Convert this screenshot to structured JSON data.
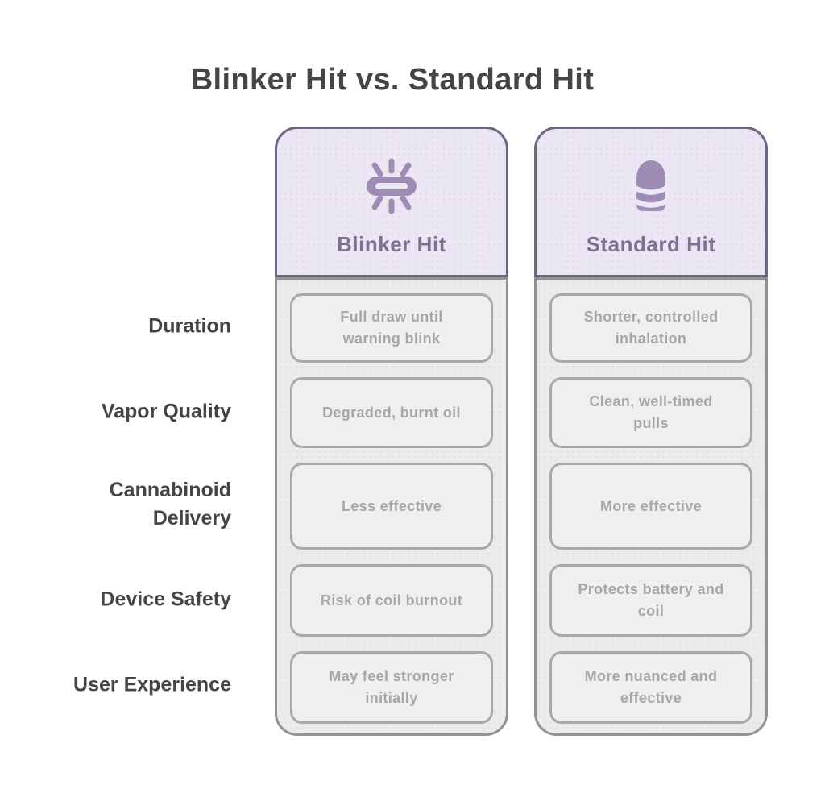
{
  "title": "Blinker Hit vs. Standard Hit",
  "columns": [
    {
      "label": "Blinker Hit",
      "icon": "blinking-light-icon"
    },
    {
      "label": "Standard Hit",
      "icon": "vape-cartridge-icon"
    }
  ],
  "rows": [
    {
      "label": "Duration",
      "blinker": "Full draw until warning blink",
      "standard": "Shorter, controlled inhalation"
    },
    {
      "label": "Vapor Quality",
      "blinker": "Degraded, burnt oil",
      "standard": "Clean, well-timed pulls"
    },
    {
      "label": "Cannabinoid Delivery",
      "blinker": "Less effective",
      "standard": "More effective"
    },
    {
      "label": "Device Safety",
      "blinker": "Risk of coil burnout",
      "standard": "Protects battery and coil"
    },
    {
      "label": "User Experience",
      "blinker": "May feel stronger initially",
      "standard": "More nuanced and effective"
    }
  ],
  "colors": {
    "accent_purple": "#9e8cb5",
    "header_text": "#7c7192",
    "header_bg": "#ece7f4",
    "header_border": "#6e6680",
    "body_bg": "#ebebeb",
    "body_border": "#929292",
    "cell_bg": "#efefef",
    "cell_border": "#a8a8a8",
    "cell_text": "#a7a7a7",
    "label_text": "#454545",
    "page_bg": "#ffffff"
  }
}
